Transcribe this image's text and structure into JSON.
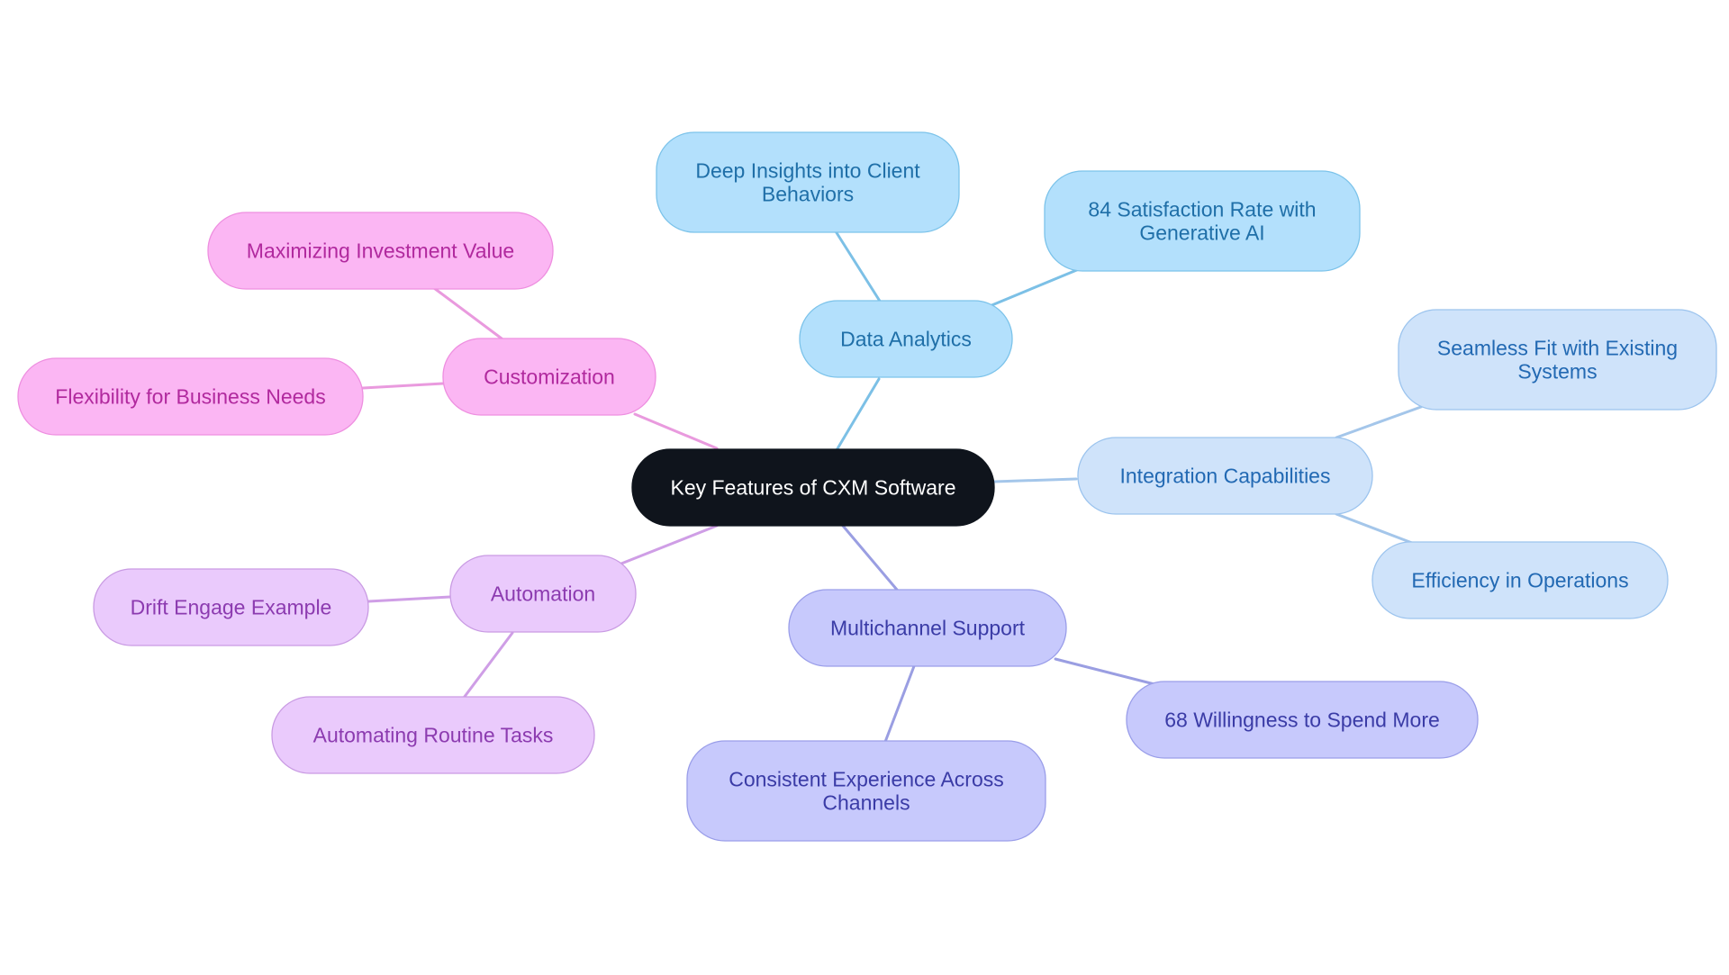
{
  "root": {
    "label": "Key Features of CXM Software",
    "fill": "#0f141c",
    "text": "#ffffff"
  },
  "branches": [
    {
      "id": "data-analytics",
      "label": "Data Analytics",
      "fill": "#b3e0fc",
      "stroke": "#7cc3ea",
      "text": "#1f6fa8",
      "edge": "#7cc0e6",
      "children": [
        {
          "id": "deep-insights",
          "lines": [
            "Deep Insights into Client",
            "Behaviors"
          ]
        },
        {
          "id": "satisfaction-rate",
          "lines": [
            "84 Satisfaction Rate with",
            "Generative AI"
          ]
        }
      ]
    },
    {
      "id": "integration-capabilities",
      "label": "Integration Capabilities",
      "fill": "#cfe3fa",
      "stroke": "#9cc4ee",
      "text": "#2269b3",
      "edge": "#a4c6ea",
      "children": [
        {
          "id": "seamless-fit",
          "lines": [
            "Seamless Fit with Existing",
            "Systems"
          ]
        },
        {
          "id": "efficiency-operations",
          "lines": [
            "Efficiency in Operations"
          ]
        }
      ]
    },
    {
      "id": "multichannel-support",
      "label": "Multichannel Support",
      "fill": "#c7c9fc",
      "stroke": "#9a9ee9",
      "text": "#3a3ba6",
      "edge": "#9a9ee2",
      "children": [
        {
          "id": "willingness-spend",
          "lines": [
            "68 Willingness to Spend More"
          ]
        },
        {
          "id": "consistent-experience",
          "lines": [
            "Consistent Experience Across",
            "Channels"
          ]
        }
      ]
    },
    {
      "id": "automation",
      "label": "Automation",
      "fill": "#eacafc",
      "stroke": "#c99be3",
      "text": "#8c3bb0",
      "edge": "#cf9ee6",
      "children": [
        {
          "id": "drift-engage",
          "lines": [
            "Drift Engage Example"
          ]
        },
        {
          "id": "automating-tasks",
          "lines": [
            "Automating Routine Tasks"
          ]
        }
      ]
    },
    {
      "id": "customization",
      "label": "Customization",
      "fill": "#fbb6f3",
      "stroke": "#ee8fe0",
      "text": "#b1299e",
      "edge": "#e99ade",
      "children": [
        {
          "id": "maximizing-value",
          "lines": [
            "Maximizing Investment Value"
          ]
        },
        {
          "id": "flexibility-needs",
          "lines": [
            "Flexibility for Business Needs"
          ]
        }
      ]
    }
  ]
}
